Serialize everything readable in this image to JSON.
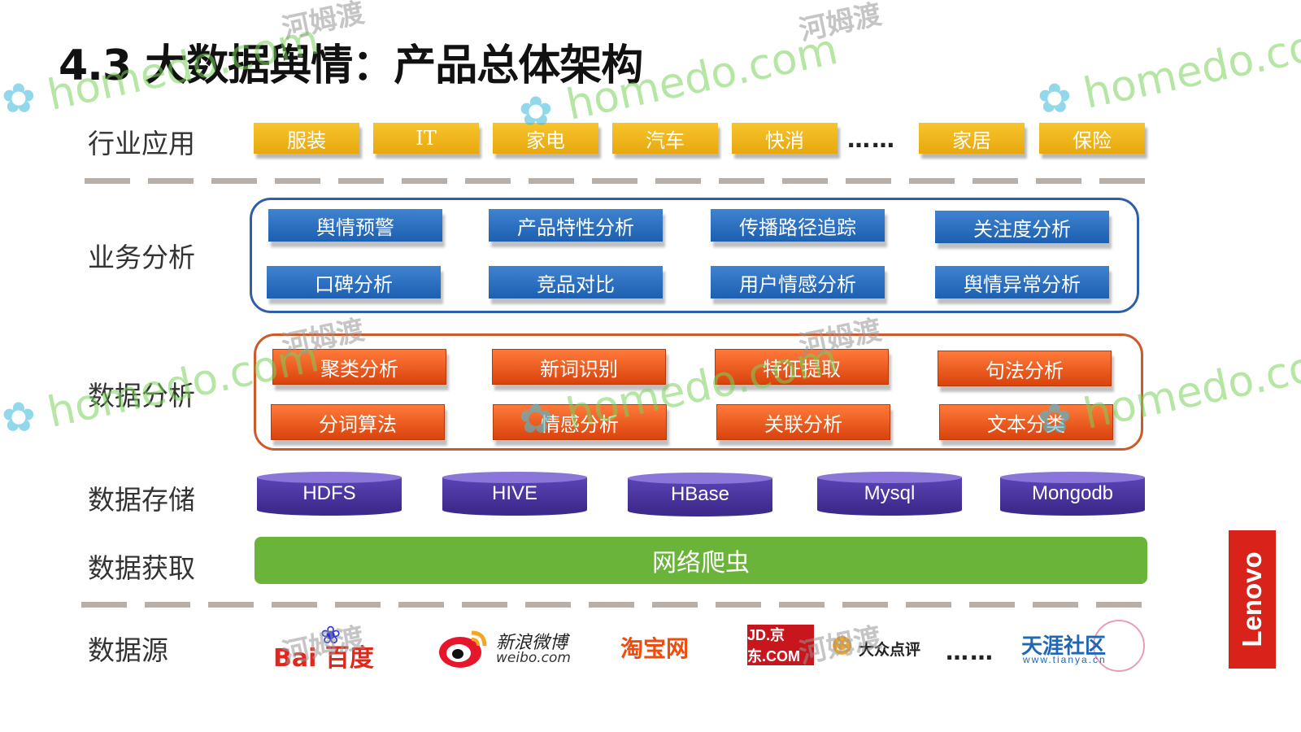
{
  "title": "4.3 大数据舆情：产品总体架构",
  "rows": {
    "industry": "行业应用",
    "business": "业务分析",
    "data_analysis": "数据分析",
    "storage": "数据存储",
    "acquisition": "数据获取",
    "source": "数据源"
  },
  "industry_apps": [
    "服装",
    "IT",
    "家电",
    "汽车",
    "快消",
    "家居",
    "保险"
  ],
  "industry_ellipsis": "……",
  "business_analysis": [
    "舆情预警",
    "产品特性分析",
    "传播路径追踪",
    "关注度分析",
    "口碑分析",
    "竞品对比",
    "用户情感分析",
    "舆情异常分析"
  ],
  "data_analysis": [
    "聚类分析",
    "新词识别",
    "特征提取",
    "句法分析",
    "分词算法",
    "情感分析",
    "关联分析",
    "文本分类"
  ],
  "storage": [
    "HDFS",
    "HIVE",
    "HBase",
    "Mysql",
    "Mongodb"
  ],
  "acquisition": "网络爬虫",
  "sources": {
    "baidu": "Bai 百度",
    "weibo_cn": "新浪微博",
    "weibo_en": "weibo.com",
    "taobao": "淘宝网",
    "jd": "JD.京东.COM",
    "dianping": "大众点评",
    "ellipsis": "……",
    "tianya_cn": "天涯社区",
    "tianya_en": "www.tianya.cn"
  },
  "watermark": {
    "text": "homedo.com",
    "cn": "河姆渡"
  },
  "brand": "Lenovo",
  "colors": {
    "industry": "#f0b41c",
    "business": "#2a6fc0",
    "data_analysis": "#e85a1e",
    "storage": "#4a34a0",
    "crawler": "#6ab43a",
    "lenovo": "#d8221a"
  }
}
